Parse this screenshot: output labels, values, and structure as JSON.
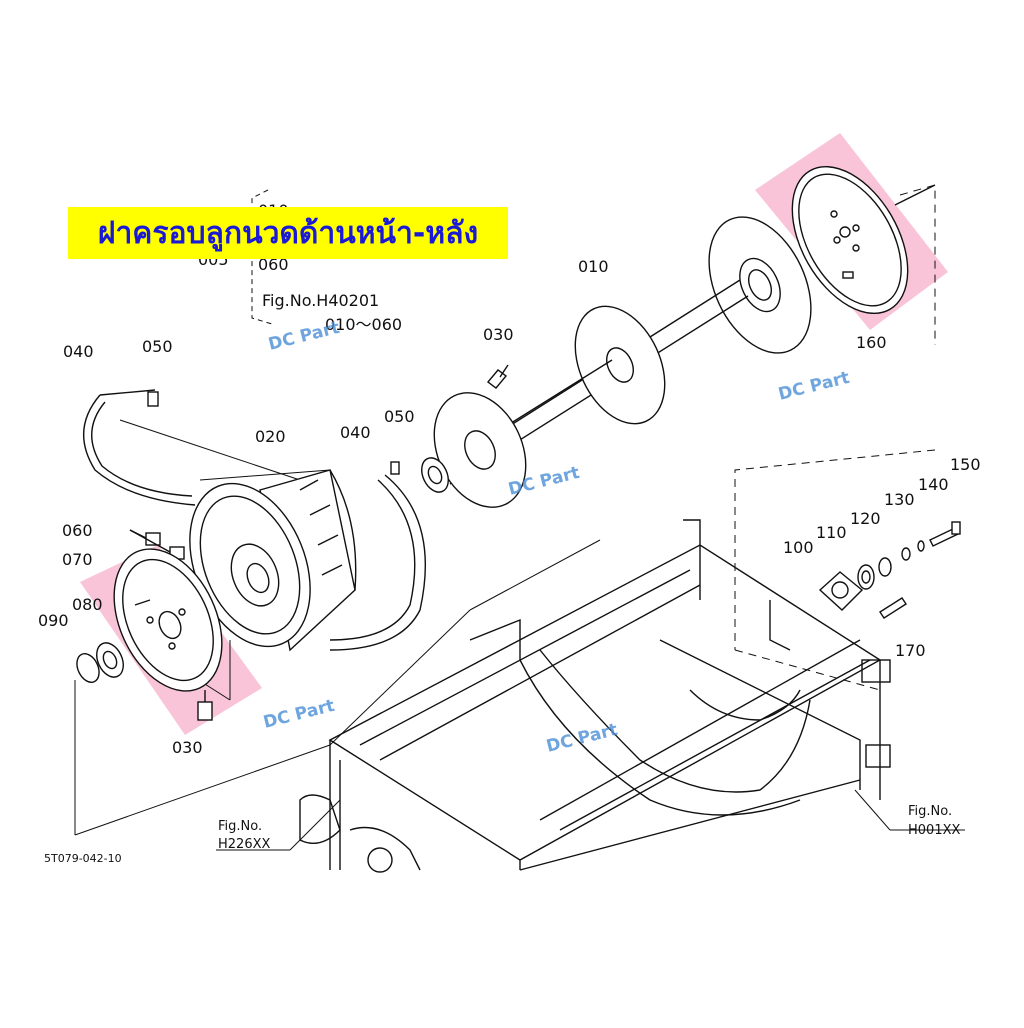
{
  "title": "ฝาครอบลูกนวดด้านหน้า-หลัง",
  "watermark": "DC Part",
  "drawing_code": "5T079-042-10",
  "group": {
    "code": "005",
    "item_top": "010",
    "item_mid": "060",
    "fig_label": "Fig.No.H40201",
    "range": "010～060"
  },
  "callouts": {
    "p010": "010",
    "p020": "020",
    "p030a": "030",
    "p030b": "030",
    "p040a": "040",
    "p040b": "040",
    "p050a": "050",
    "p050b": "050",
    "p060": "060",
    "p070": "070",
    "p080": "080",
    "p090": "090",
    "p100": "100",
    "p110": "110",
    "p120": "120",
    "p130": "130",
    "p140": "140",
    "p150": "150",
    "p160": "160",
    "p170": "170"
  },
  "fig_refs": {
    "left": {
      "line1": "Fig.No.",
      "line2": "H226XX"
    },
    "right": {
      "line1": "Fig.No.",
      "line2": "H001XX"
    }
  },
  "colors": {
    "highlight": "#f9c4d8",
    "banner": "#ffff00",
    "banner_text": "#1a1ad6",
    "watermark": "#4a8fd6",
    "line": "#111111"
  }
}
